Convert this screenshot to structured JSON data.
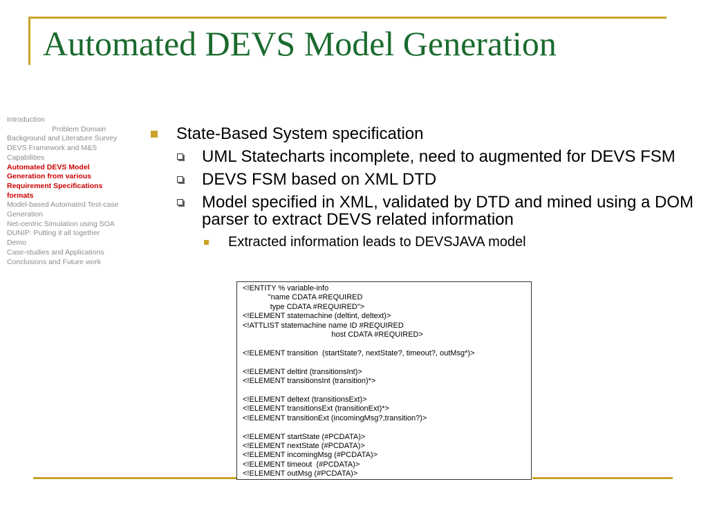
{
  "slide": {
    "title": "Automated DEVS Model Generation"
  },
  "sidebar": {
    "items": [
      {
        "label": "Introduction",
        "indent": false,
        "current": false
      },
      {
        "label": "Problem Domain",
        "indent": true,
        "current": false
      },
      {
        "label": "Background and Literature Survey",
        "indent": false,
        "current": false
      },
      {
        "label": "DEVS Framework and M&S",
        "indent": false,
        "current": false
      },
      {
        "label": "Capabilities",
        "indent": false,
        "current": false
      },
      {
        "label": "Automated DEVS Model",
        "indent": false,
        "current": true
      },
      {
        "label": "Generation from various",
        "indent": false,
        "current": true
      },
      {
        "label": "Requirement Specifications",
        "indent": false,
        "current": true
      },
      {
        "label": "formats",
        "indent": false,
        "current": true
      },
      {
        "label": "Model-based Automated Test-case",
        "indent": false,
        "current": false
      },
      {
        "label": "Generation",
        "indent": false,
        "current": false
      },
      {
        "label": "Net-centric Simulation using SOA",
        "indent": false,
        "current": false
      },
      {
        "label": "DUNIP: Putting it all together",
        "indent": false,
        "current": false
      },
      {
        "label": "Demo",
        "indent": false,
        "current": false
      },
      {
        "label": "Case-studies and Applications",
        "indent": false,
        "current": false
      },
      {
        "label": "Conclusions and Future work",
        "indent": false,
        "current": false
      }
    ]
  },
  "content": {
    "bullet1": "State-Based System specification",
    "sub1": "UML Statecharts incomplete, need to augmented for DEVS FSM",
    "sub2": "DEVS FSM based on XML DTD",
    "sub3": "Model specified in XML, validated by DTD and mined using a DOM parser to extract DEVS related information",
    "subsub1": "Extracted information leads to DEVSJAVA model"
  },
  "code": {
    "lines": [
      "<!ENTITY % variable-info",
      "            \"name CDATA #REQUIRED",
      "             type CDATA #REQUIRED\">",
      "<!ELEMENT statemachine (deltint, deltext)>",
      "<!ATTLIST statemachine name ID #REQUIRED",
      "                                          host CDATA #REQUIRED>",
      "",
      "<!ELEMENT transition  (startState?, nextState?, timeout?, outMsg*)>",
      "",
      "<!ELEMENT deltint (transitionsInt)>",
      "<!ELEMENT transitionsInt (transition)*>",
      "",
      "<!ELEMENT deltext (transitionsExt)>",
      "<!ELEMENT transitionsExt (transitionExt)*>",
      "<!ELEMENT transitionExt (incomingMsg?,transition?)>",
      "",
      "<!ELEMENT startState (#PCDATA)>",
      "<!ELEMENT nextState (#PCDATA)>",
      "<!ELEMENT incomingMsg (#PCDATA)>",
      "<!ELEMENT timeout  (#PCDATA)>",
      "<!ELEMENT outMsg (#PCDATA)>"
    ]
  },
  "colors": {
    "title": "#1a6b2e",
    "accent": "#c9a227",
    "sidebar_text": "#8c8c8c",
    "sidebar_current": "#cc0000"
  }
}
